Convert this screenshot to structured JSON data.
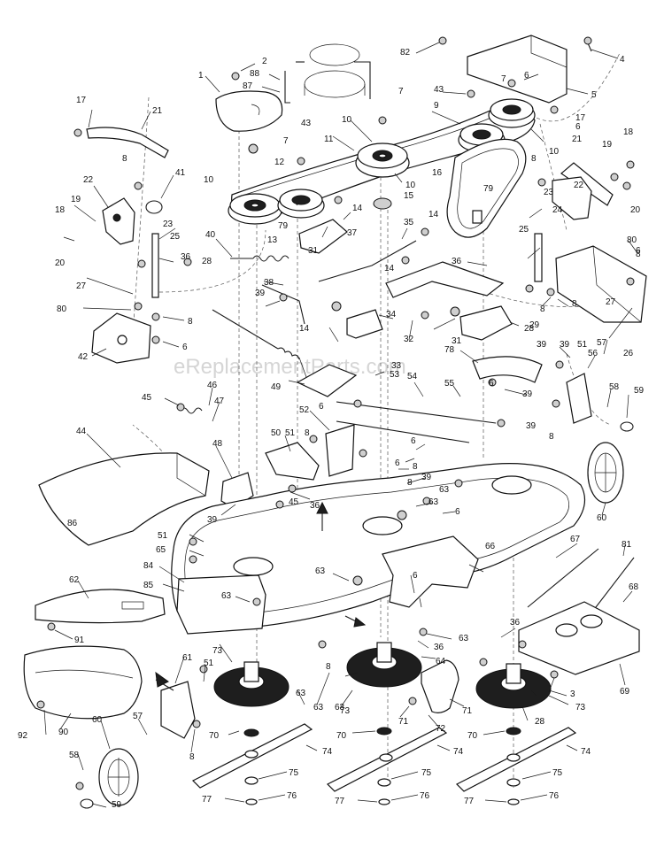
{
  "watermark": "eReplacementParts.com",
  "callouts": [
    {
      "id": "c-1",
      "text": "1"
    },
    {
      "id": "c-2",
      "text": "2"
    },
    {
      "id": "c-3",
      "text": "3"
    },
    {
      "id": "c-4",
      "text": "4"
    },
    {
      "id": "c-5",
      "text": "5"
    },
    {
      "id": "c-6a",
      "text": "6"
    },
    {
      "id": "c-6b",
      "text": "6"
    },
    {
      "id": "c-6c",
      "text": "6"
    },
    {
      "id": "c-6d",
      "text": "6"
    },
    {
      "id": "c-6e",
      "text": "6"
    },
    {
      "id": "c-6f",
      "text": "6"
    },
    {
      "id": "c-6g",
      "text": "6"
    },
    {
      "id": "c-6h",
      "text": "6"
    },
    {
      "id": "c-6i",
      "text": "6"
    },
    {
      "id": "c-6j",
      "text": "6"
    },
    {
      "id": "c-7a",
      "text": "7"
    },
    {
      "id": "c-7b",
      "text": "7"
    },
    {
      "id": "c-7c",
      "text": "7"
    },
    {
      "id": "c-8a",
      "text": "8"
    },
    {
      "id": "c-8b",
      "text": "8"
    },
    {
      "id": "c-8c",
      "text": "8"
    },
    {
      "id": "c-8d",
      "text": "8"
    },
    {
      "id": "c-8e",
      "text": "8"
    },
    {
      "id": "c-8f",
      "text": "8"
    },
    {
      "id": "c-8g",
      "text": "8"
    },
    {
      "id": "c-8h",
      "text": "8"
    },
    {
      "id": "c-8i",
      "text": "8"
    },
    {
      "id": "c-8j",
      "text": "8"
    },
    {
      "id": "c-8k",
      "text": "8"
    },
    {
      "id": "c-8l",
      "text": "8"
    },
    {
      "id": "c-9",
      "text": "9"
    },
    {
      "id": "c-10a",
      "text": "10"
    },
    {
      "id": "c-10b",
      "text": "10"
    },
    {
      "id": "c-10c",
      "text": "10"
    },
    {
      "id": "c-10d",
      "text": "10"
    },
    {
      "id": "c-11",
      "text": "11"
    },
    {
      "id": "c-12",
      "text": "12"
    },
    {
      "id": "c-13",
      "text": "13"
    },
    {
      "id": "c-14a",
      "text": "14"
    },
    {
      "id": "c-14b",
      "text": "14"
    },
    {
      "id": "c-14c",
      "text": "14"
    },
    {
      "id": "c-14d",
      "text": "14"
    },
    {
      "id": "c-15",
      "text": "15"
    },
    {
      "id": "c-16",
      "text": "16"
    },
    {
      "id": "c-17a",
      "text": "17"
    },
    {
      "id": "c-17b",
      "text": "17"
    },
    {
      "id": "c-18a",
      "text": "18"
    },
    {
      "id": "c-18b",
      "text": "18"
    },
    {
      "id": "c-19a",
      "text": "19"
    },
    {
      "id": "c-19b",
      "text": "19"
    },
    {
      "id": "c-20a",
      "text": "20"
    },
    {
      "id": "c-20b",
      "text": "20"
    },
    {
      "id": "c-21a",
      "text": "21"
    },
    {
      "id": "c-21b",
      "text": "21"
    },
    {
      "id": "c-22a",
      "text": "22"
    },
    {
      "id": "c-22b",
      "text": "22"
    },
    {
      "id": "c-23a",
      "text": "23"
    },
    {
      "id": "c-23b",
      "text": "23"
    },
    {
      "id": "c-24",
      "text": "24"
    },
    {
      "id": "c-25a",
      "text": "25"
    },
    {
      "id": "c-25b",
      "text": "25"
    },
    {
      "id": "c-26",
      "text": "26"
    },
    {
      "id": "c-27a",
      "text": "27"
    },
    {
      "id": "c-27b",
      "text": "27"
    },
    {
      "id": "c-28a",
      "text": "28"
    },
    {
      "id": "c-28b",
      "text": "28"
    },
    {
      "id": "c-28c",
      "text": "28"
    },
    {
      "id": "c-29",
      "text": "29"
    },
    {
      "id": "c-31a",
      "text": "31"
    },
    {
      "id": "c-31b",
      "text": "31"
    },
    {
      "id": "c-32",
      "text": "32"
    },
    {
      "id": "c-33",
      "text": "33"
    },
    {
      "id": "c-34",
      "text": "34"
    },
    {
      "id": "c-35",
      "text": "35"
    },
    {
      "id": "c-36a",
      "text": "36"
    },
    {
      "id": "c-36b",
      "text": "36"
    },
    {
      "id": "c-36c",
      "text": "36"
    },
    {
      "id": "c-36d",
      "text": "36"
    },
    {
      "id": "c-36e",
      "text": "36"
    },
    {
      "id": "c-37",
      "text": "37"
    },
    {
      "id": "c-38",
      "text": "38"
    },
    {
      "id": "c-39a",
      "text": "39"
    },
    {
      "id": "c-39b",
      "text": "39"
    },
    {
      "id": "c-39c",
      "text": "39"
    },
    {
      "id": "c-39d",
      "text": "39"
    },
    {
      "id": "c-39e",
      "text": "39"
    },
    {
      "id": "c-39f",
      "text": "39"
    },
    {
      "id": "c-39g",
      "text": "39"
    },
    {
      "id": "c-40",
      "text": "40"
    },
    {
      "id": "c-41",
      "text": "41"
    },
    {
      "id": "c-42",
      "text": "42"
    },
    {
      "id": "c-43a",
      "text": "43"
    },
    {
      "id": "c-43b",
      "text": "43"
    },
    {
      "id": "c-44",
      "text": "44"
    },
    {
      "id": "c-45a",
      "text": "45"
    },
    {
      "id": "c-45b",
      "text": "45"
    },
    {
      "id": "c-46",
      "text": "46"
    },
    {
      "id": "c-47",
      "text": "47"
    },
    {
      "id": "c-48",
      "text": "48"
    },
    {
      "id": "c-49",
      "text": "49"
    },
    {
      "id": "c-50",
      "text": "50"
    },
    {
      "id": "c-51a",
      "text": "51"
    },
    {
      "id": "c-51b",
      "text": "51"
    },
    {
      "id": "c-51c",
      "text": "51"
    },
    {
      "id": "c-51d",
      "text": "51"
    },
    {
      "id": "c-52",
      "text": "52"
    },
    {
      "id": "c-53",
      "text": "53"
    },
    {
      "id": "c-54",
      "text": "54"
    },
    {
      "id": "c-55",
      "text": "55"
    },
    {
      "id": "c-56",
      "text": "56"
    },
    {
      "id": "c-57a",
      "text": "57"
    },
    {
      "id": "c-57b",
      "text": "57"
    },
    {
      "id": "c-58a",
      "text": "58"
    },
    {
      "id": "c-58b",
      "text": "58"
    },
    {
      "id": "c-59a",
      "text": "59"
    },
    {
      "id": "c-59b",
      "text": "59"
    },
    {
      "id": "c-60a",
      "text": "60"
    },
    {
      "id": "c-60b",
      "text": "60"
    },
    {
      "id": "c-61",
      "text": "61"
    },
    {
      "id": "c-62",
      "text": "62"
    },
    {
      "id": "c-63a",
      "text": "63"
    },
    {
      "id": "c-63b",
      "text": "63"
    },
    {
      "id": "c-63c",
      "text": "63"
    },
    {
      "id": "c-63d",
      "text": "63"
    },
    {
      "id": "c-63e",
      "text": "63"
    },
    {
      "id": "c-63f",
      "text": "63"
    },
    {
      "id": "c-63g",
      "text": "63"
    },
    {
      "id": "c-63h",
      "text": "63"
    },
    {
      "id": "c-64",
      "text": "64"
    },
    {
      "id": "c-65",
      "text": "65"
    },
    {
      "id": "c-66",
      "text": "66"
    },
    {
      "id": "c-67",
      "text": "67"
    },
    {
      "id": "c-68",
      "text": "68"
    },
    {
      "id": "c-69",
      "text": "69"
    },
    {
      "id": "c-70a",
      "text": "70"
    },
    {
      "id": "c-70b",
      "text": "70"
    },
    {
      "id": "c-70c",
      "text": "70"
    },
    {
      "id": "c-71a",
      "text": "71"
    },
    {
      "id": "c-71b",
      "text": "71"
    },
    {
      "id": "c-72",
      "text": "72"
    },
    {
      "id": "c-73a",
      "text": "73"
    },
    {
      "id": "c-73b",
      "text": "73"
    },
    {
      "id": "c-73c",
      "text": "73"
    },
    {
      "id": "c-74a",
      "text": "74"
    },
    {
      "id": "c-74b",
      "text": "74"
    },
    {
      "id": "c-74c",
      "text": "74"
    },
    {
      "id": "c-75a",
      "text": "75"
    },
    {
      "id": "c-75b",
      "text": "75"
    },
    {
      "id": "c-75c",
      "text": "75"
    },
    {
      "id": "c-76a",
      "text": "76"
    },
    {
      "id": "c-76b",
      "text": "76"
    },
    {
      "id": "c-76c",
      "text": "76"
    },
    {
      "id": "c-77a",
      "text": "77"
    },
    {
      "id": "c-77b",
      "text": "77"
    },
    {
      "id": "c-77c",
      "text": "77"
    },
    {
      "id": "c-78",
      "text": "78"
    },
    {
      "id": "c-79a",
      "text": "79"
    },
    {
      "id": "c-79b",
      "text": "79"
    },
    {
      "id": "c-80a",
      "text": "80"
    },
    {
      "id": "c-80b",
      "text": "80"
    },
    {
      "id": "c-81",
      "text": "81"
    },
    {
      "id": "c-82",
      "text": "82"
    },
    {
      "id": "c-84",
      "text": "84"
    },
    {
      "id": "c-85",
      "text": "85"
    },
    {
      "id": "c-86",
      "text": "86"
    },
    {
      "id": "c-87",
      "text": "87"
    },
    {
      "id": "c-88",
      "text": "88"
    },
    {
      "id": "c-90",
      "text": "90"
    },
    {
      "id": "c-91",
      "text": "91"
    },
    {
      "id": "c-92",
      "text": "92"
    }
  ]
}
